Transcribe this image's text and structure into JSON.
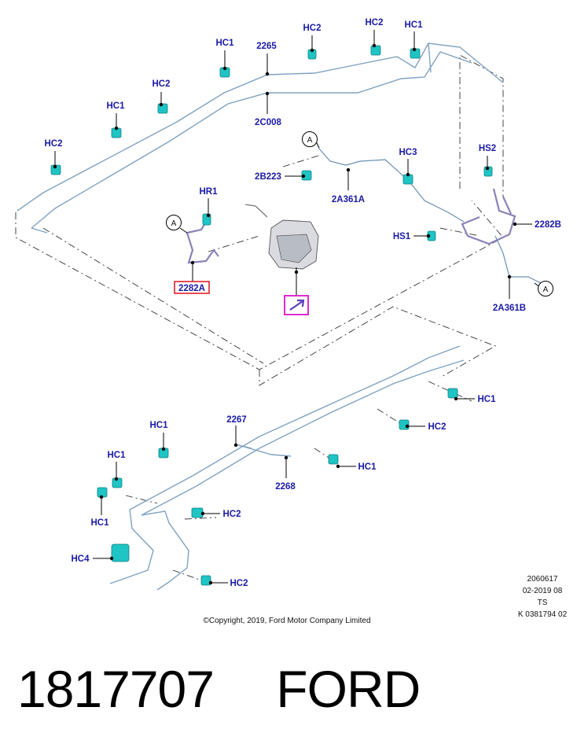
{
  "labels": {
    "hc2_a": "HC2",
    "hc1_a": "HC1",
    "hc2_b": "HC2",
    "hc1_b": "HC1",
    "n2265": "2265",
    "hc2_c": "HC2",
    "hc2_d": "HC2",
    "hc1_c": "HC1",
    "n2c008": "2C008",
    "hc3": "HC3",
    "hs2": "HS2",
    "n2b223": "2B223",
    "n2a361a": "2A361A",
    "hr1": "HR1",
    "n2282b": "2282B",
    "hs1": "HS1",
    "n2282a": "2282A",
    "n2a361b": "2A361B",
    "hc1_d": "HC1",
    "hc2_e": "HC2",
    "hc1_e": "HC1",
    "hc1_f": "HC1",
    "n2267": "2267",
    "hc1_g": "HC1",
    "hc1_h": "HC1",
    "n2268": "2268",
    "hc2_f": "HC2",
    "hc4": "HC4",
    "hc2_g": "HC2"
  },
  "connector_marks": {
    "a1": "A",
    "a2": "A",
    "a3": "A"
  },
  "copyright": "©Copyright, 2019, Ford Motor Company Limited",
  "figure_info": [
    "2060617",
    "02-2019 08",
    "TS",
    "K 0381794 02"
  ],
  "footer": {
    "part_number": "1817707",
    "brand": "FORD"
  },
  "colors": {
    "callout_text": "#1a1aa6",
    "clip": "#1fc4c4",
    "pipe": "#7fa2c2",
    "highlight_red": "#e0202a",
    "highlight_magenta": "#e02ad0"
  }
}
